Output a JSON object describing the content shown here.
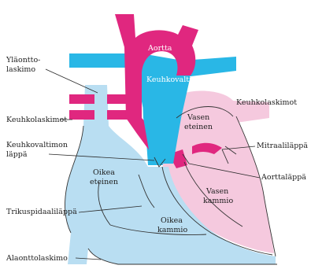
{
  "labels": {
    "yla_line1": "Yläontto-",
    "yla_line2": "laskimo",
    "keuhkolaskimot_left": "Keuhkolaskimot",
    "kv_laps_line1": "Keuhkovaltimon",
    "kv_laps_line2": "läppä",
    "trikuspidaali": "Trikuspidaaliläppä",
    "alaontto": "Alaonttolaskimo",
    "aortta": "Aortta",
    "keuhkovaltimo": "Keuhkovaltimo",
    "oikea_eteinen_1": "Oikea",
    "oikea_eteinen_2": "eteinen",
    "oikea_kammio_1": "Oikea",
    "oikea_kammio_2": "kammio",
    "vasen_eteinen_1": "Vasen",
    "vasen_eteinen_2": "eteinen",
    "vasen_kammio_1": "Vasen",
    "vasen_kammio_2": "kammio",
    "keuhkolaskimot_right": "Keuhkolaskimot",
    "mitraali": "Mitraaliläppä",
    "aorttalappa": "Aorttaläppä"
  },
  "colors": {
    "deoxygenated_light": "#b9def2",
    "pulmonary_blue": "#29b7e6",
    "aorta_magenta": "#e0277f",
    "left_heart_pink": "#f5c9de",
    "outline": "#333333"
  }
}
